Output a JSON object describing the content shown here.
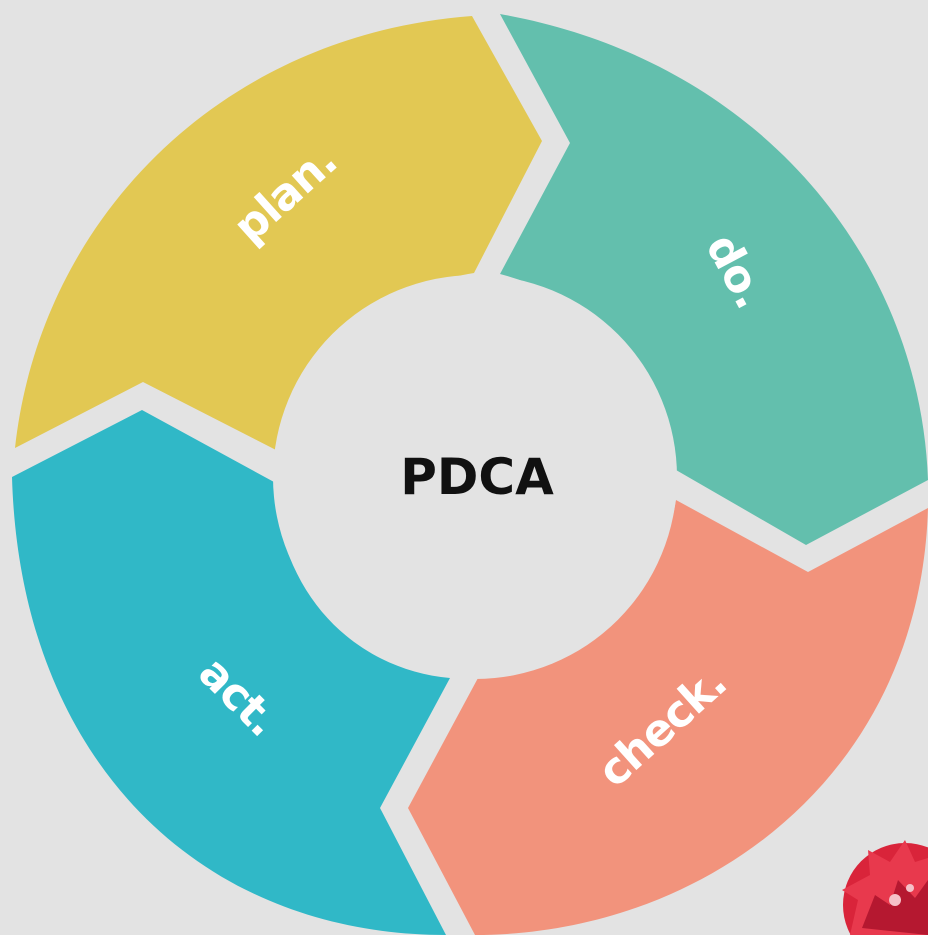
{
  "diagram": {
    "center_label": "PDCA",
    "segments": [
      {
        "id": "plan",
        "label": "plan.",
        "color": "#e2c853"
      },
      {
        "id": "do",
        "label": "do.",
        "color": "#63bfad"
      },
      {
        "id": "check",
        "label": "check.",
        "color": "#f2937c"
      },
      {
        "id": "act",
        "label": "act.",
        "color": "#30b8c7"
      }
    ],
    "background_color": "#e3e3e3",
    "decoration": "red-flower"
  }
}
